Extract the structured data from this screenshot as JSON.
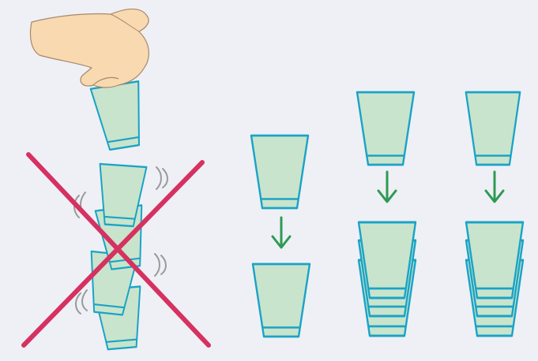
{
  "colors": {
    "background": "#eef0f6",
    "cup_fill": "#c9e4cc",
    "cup_outline": "#1aa3c6",
    "hand_fill": "#f8d9b0",
    "hand_outline": "#a8876a",
    "cross": "#d63160",
    "arrow": "#2e9a52",
    "wobble_lines": "#9a9a9a"
  },
  "icons": {
    "hand": "hand-holding-cup-icon",
    "cross": "wrong-cross-icon",
    "arrow": "down-arrow-icon",
    "wobble": "wobble-lines-icon"
  },
  "panels": [
    {
      "name": "wrong-stacking",
      "cups_stacked": 5,
      "verdict": "wrong"
    },
    {
      "name": "correct-stack-1",
      "cups_dropping": 1,
      "cups_in_stack": 1
    },
    {
      "name": "correct-stack-2",
      "cups_dropping": 1,
      "cups_in_stack": 3
    },
    {
      "name": "correct-stack-3",
      "cups_dropping": 1,
      "cups_in_stack": 3
    }
  ]
}
